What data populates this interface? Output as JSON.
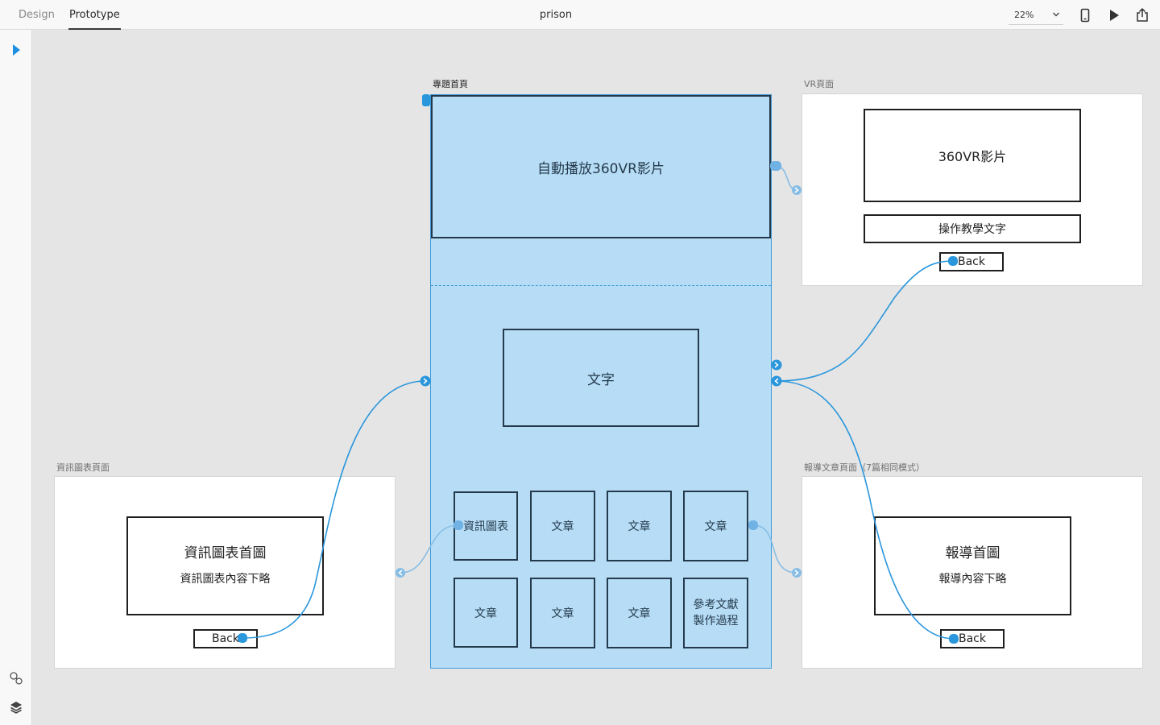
{
  "toolbar": {
    "tabs": [
      {
        "label": "Design",
        "active": false
      },
      {
        "label": "Prototype",
        "active": true
      }
    ],
    "document_title": "prison",
    "zoom": "22%",
    "icons": [
      "chevron-down-icon",
      "mobile-preview-icon",
      "play-icon",
      "share-icon"
    ]
  },
  "left_toolbar": {
    "icons": [
      "select-arrow-icon",
      "assets-icon",
      "layers-icon"
    ]
  },
  "artboards": {
    "main": {
      "label": "專題首頁",
      "video": "自動播放360VR影片",
      "text": "文字",
      "grid": {
        "row1": [
          "資訊圖表",
          "文章",
          "文章",
          "文章"
        ],
        "row2": [
          "文章",
          "文章",
          "文章"
        ],
        "last_line1": "參考文獻",
        "last_line2": "製作過程"
      }
    },
    "vr": {
      "label": "VR頁面",
      "video": "360VR影片",
      "instructions": "操作教學文字",
      "back": "Back"
    },
    "infographic": {
      "label": "資訊圖表頁面",
      "title": "資訊圖表首圖",
      "subtitle": "資訊圖表內容下略",
      "back": "Back"
    },
    "article": {
      "label": "報導文章頁面（7篇相同模式）",
      "title": "報導首圖",
      "subtitle": "報導內容下略",
      "back": "Back"
    }
  },
  "colors": {
    "accent": "#1d8fe0",
    "wire": "#2a96dc",
    "artboard_selected": "#b7ddf6"
  }
}
